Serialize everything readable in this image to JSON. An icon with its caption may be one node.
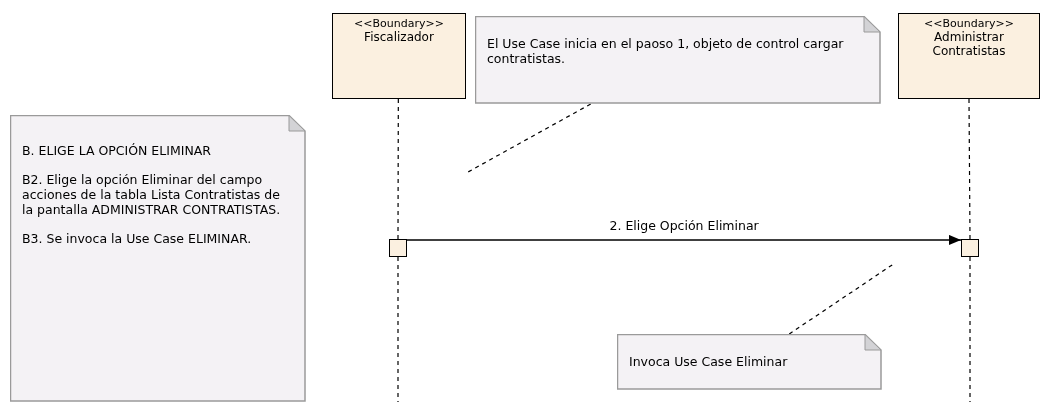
{
  "diagram": {
    "nodes": [
      {
        "text": [
          "<<Boundary>>",
          "Fiscalizador"
        ]
      },
      {
        "text": [
          "El Use Case inicia en el paoso 1, objeto de control cargar contratistas."
        ]
      },
      {
        "text": [
          "<<Boundary>>",
          "Administrar Contratistas"
        ]
      },
      {
        "text": [
          "B. ELIGE LA OPCIÓN ELIMINAR",
          "B2. Elige la opción Eliminar del campo acciones de la tabla Lista Contratistas de la pantalla ADMINISTRAR CONTRATISTAS.",
          "B3. Se invoca la Use Case ELIMINAR."
        ]
      },
      {
        "text": [],
        "shape": "box"
      },
      {
        "text": [],
        "shape": "box"
      },
      {
        "text": [
          "Invoca Use Case Eliminar"
        ]
      }
    ],
    "edges": [
      {
        "from": 0,
        "to": 4,
        "arrow": "none",
        "style": "dashed"
      },
      {
        "from": 4,
        "to": 5,
        "arrow": "to",
        "label": "2. Elige Opción Eliminar"
      },
      {
        "from": 2,
        "to": 5,
        "arrow": "none",
        "style": "dashed"
      },
      {
        "from": 4,
        "to": null,
        "arrow": "none",
        "style": "dashed"
      },
      {
        "from": 5,
        "to": null,
        "arrow": "none",
        "style": "dashed"
      },
      {
        "from": 1,
        "to": null,
        "arrow": "none",
        "style": "dashed"
      },
      {
        "from": 6,
        "to": null,
        "arrow": "none",
        "style": "dashed"
      }
    ]
  }
}
